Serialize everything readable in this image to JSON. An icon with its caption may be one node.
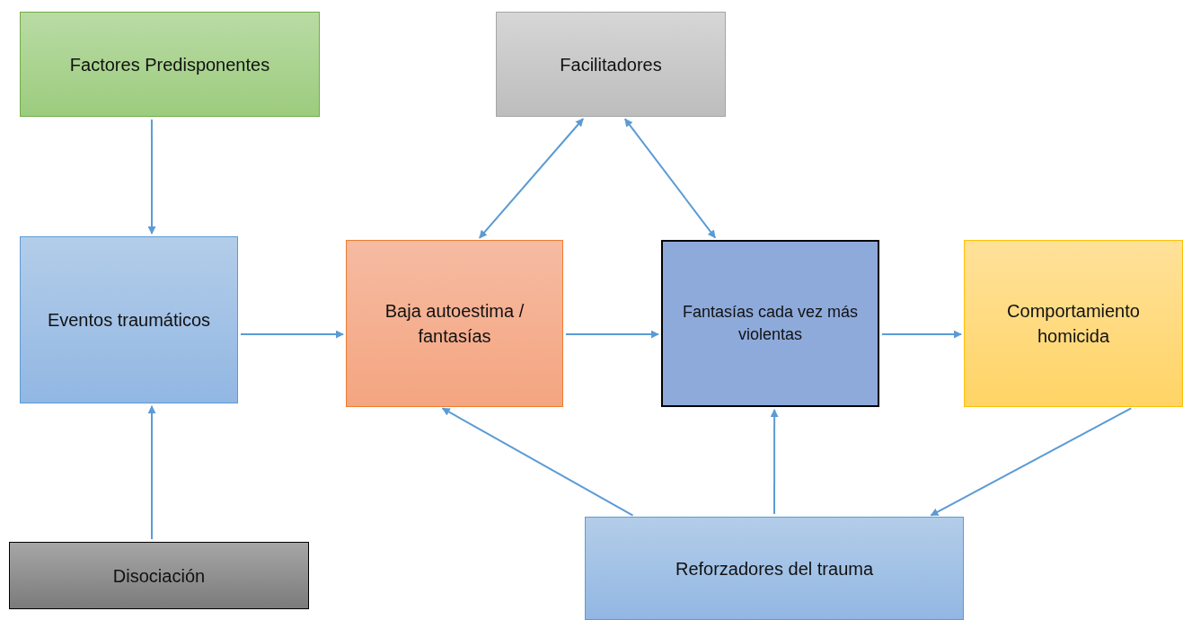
{
  "diagram": {
    "nodes": [
      {
        "text": [
          "Factores Predisponentes"
        ]
      },
      {
        "text": [
          "Facilitadores"
        ]
      },
      {
        "text": [
          "Eventos traumáticos"
        ]
      },
      {
        "text": [
          "Baja autoestima / fantasías"
        ]
      },
      {
        "text": [
          "Fantasías cada vez más violentas"
        ]
      },
      {
        "text": [
          "Comportamiento homicida"
        ]
      },
      {
        "text": [
          "Disociación"
        ]
      },
      {
        "text": [
          "Reforzadores del trauma"
        ]
      }
    ],
    "edges": [
      {
        "from": 0,
        "to": 2,
        "arrow": "to"
      },
      {
        "from": 6,
        "to": 2,
        "arrow": "to"
      },
      {
        "from": 2,
        "to": 3,
        "arrow": "to"
      },
      {
        "from": 3,
        "to": 4,
        "arrow": "to"
      },
      {
        "from": 4,
        "to": 5,
        "arrow": "to"
      },
      {
        "from": 3,
        "to": 1,
        "arrow": "both"
      },
      {
        "from": 4,
        "to": 1,
        "arrow": "both"
      },
      {
        "from": 7,
        "to": 3,
        "arrow": "to"
      },
      {
        "from": 7,
        "to": 4,
        "arrow": "to"
      },
      {
        "from": 5,
        "to": 7,
        "arrow": "to"
      }
    ]
  }
}
